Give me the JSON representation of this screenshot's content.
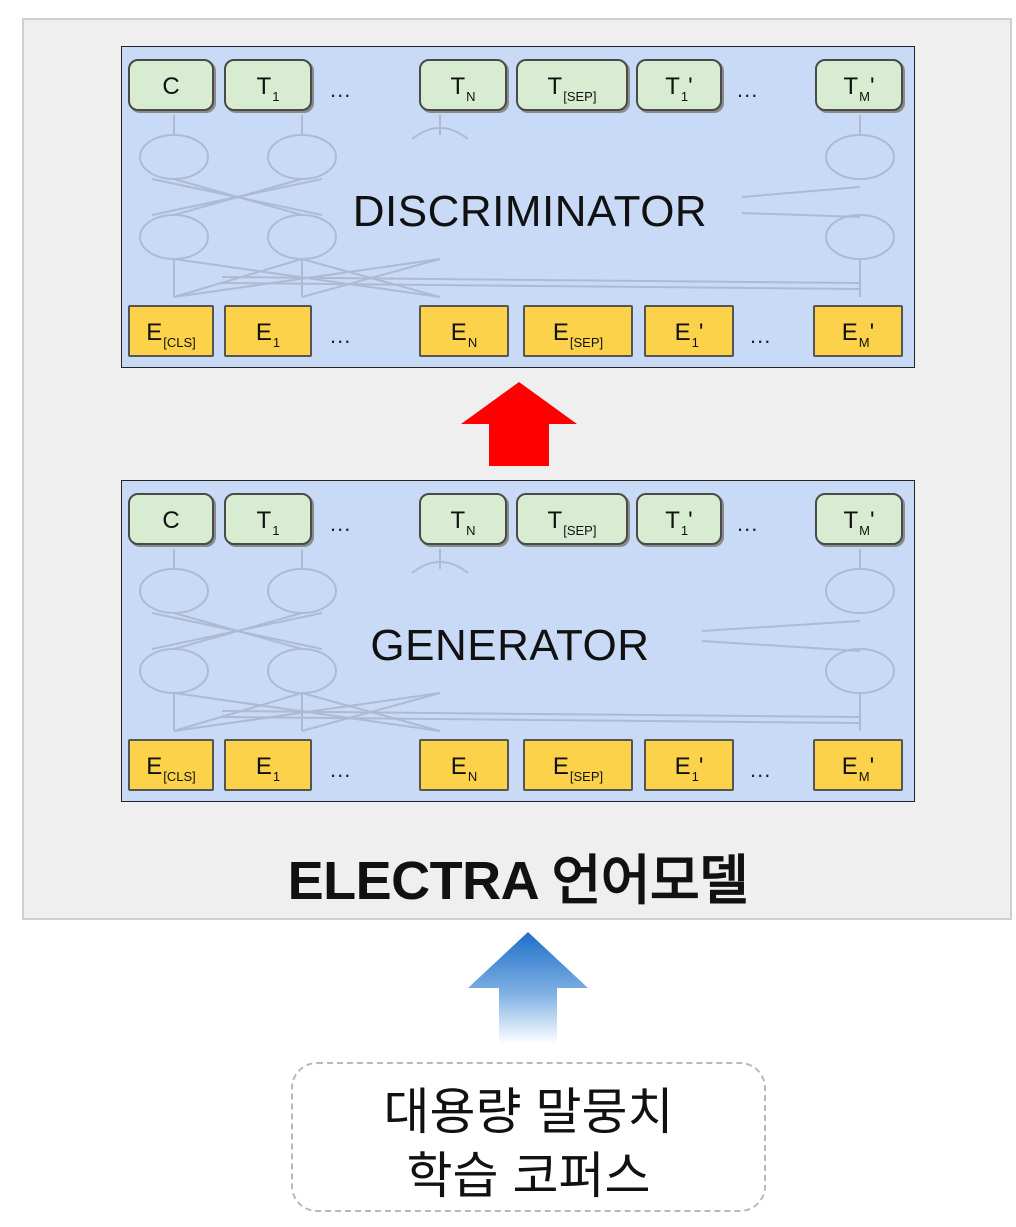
{
  "diagram": {
    "outer_label": "ELECTRA 언어모델",
    "discriminator": {
      "title": "DISCRIMINATOR",
      "outputs": [
        {
          "main": "C",
          "sub": ""
        },
        {
          "main": "T",
          "sub": "1"
        },
        {
          "main": "T",
          "sub": "N"
        },
        {
          "main": "T",
          "sub": "[SEP]"
        },
        {
          "main": "T",
          "sub": "1",
          "prime": "'"
        },
        {
          "main": "T",
          "sub": "M",
          "prime": "'"
        }
      ],
      "inputs": [
        {
          "main": "E",
          "sub": "[CLS]"
        },
        {
          "main": "E",
          "sub": "1"
        },
        {
          "main": "E",
          "sub": "N"
        },
        {
          "main": "E",
          "sub": "[SEP]"
        },
        {
          "main": "E",
          "sub": "1",
          "prime": "'"
        },
        {
          "main": "E",
          "sub": "M",
          "prime": "'"
        }
      ],
      "ellipsis": "..."
    },
    "generator": {
      "title": "GENERATOR",
      "outputs": [
        {
          "main": "C",
          "sub": ""
        },
        {
          "main": "T",
          "sub": "1"
        },
        {
          "main": "T",
          "sub": "N"
        },
        {
          "main": "T",
          "sub": "[SEP]"
        },
        {
          "main": "T",
          "sub": "1",
          "prime": "'"
        },
        {
          "main": "T",
          "sub": "M",
          "prime": "'"
        }
      ],
      "inputs": [
        {
          "main": "E",
          "sub": "[CLS]"
        },
        {
          "main": "E",
          "sub": "1"
        },
        {
          "main": "E",
          "sub": "N"
        },
        {
          "main": "E",
          "sub": "[SEP]"
        },
        {
          "main": "E",
          "sub": "1",
          "prime": "'"
        },
        {
          "main": "E",
          "sub": "M",
          "prime": "'"
        }
      ],
      "ellipsis": "..."
    },
    "corpus": {
      "line1": "대용량 말뭉치",
      "line2": "학습 코퍼스"
    },
    "colors": {
      "panel": "#c9daf6",
      "token_box": "#d7ecd0",
      "embedding_box": "#fbd24a",
      "up_arrow_red": "#ff0000",
      "up_arrow_blue": "#3b86d6"
    }
  }
}
